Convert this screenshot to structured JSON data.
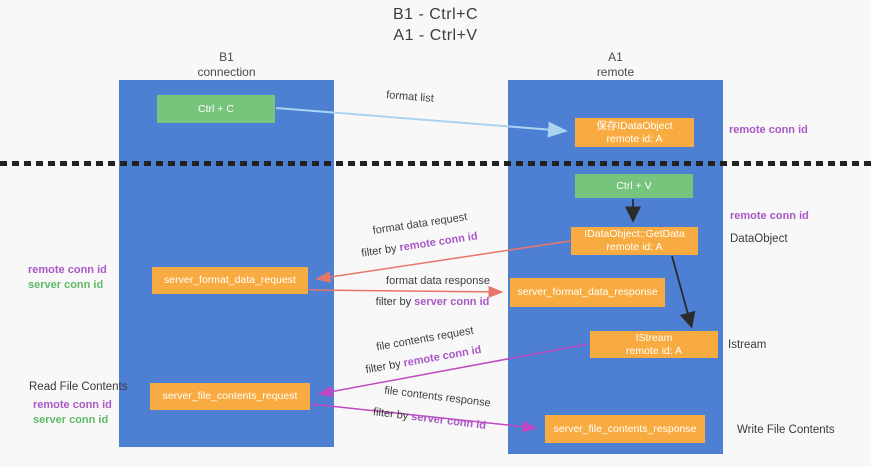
{
  "title": {
    "line1": "B1 - Ctrl+C",
    "line2": "A1 - Ctrl+V"
  },
  "lanes": {
    "left": {
      "name": "B1",
      "role": "connection"
    },
    "right": {
      "name": "A1",
      "role": "remote"
    }
  },
  "nodes": {
    "ctrl_c": {
      "label": "Ctrl + C"
    },
    "ctrl_v": {
      "label": "Ctrl + V"
    },
    "save_idataobject": {
      "line1": "保存IDataObject",
      "line2": "remote id: A"
    },
    "getdata": {
      "line1": "IDataObject::GetData",
      "line2": "remote id: A"
    },
    "istream": {
      "line1": "IStream",
      "line2": "remote id: A"
    },
    "server_format_data_request": {
      "label": "server_format_data_request"
    },
    "server_format_data_response": {
      "label": "server_format_data_response"
    },
    "server_file_contents_request": {
      "label": "server_file_contents_request"
    },
    "server_file_contents_response": {
      "label": "server_file_contents_response"
    }
  },
  "edges": {
    "format_list": {
      "label": "format list"
    },
    "format_data_request": {
      "label": "format data request",
      "filter_prefix": "filter by ",
      "filter_id": "remote conn id"
    },
    "format_data_response": {
      "label": "format data response",
      "filter_prefix": "filter by ",
      "filter_id": "server conn id"
    },
    "file_contents_request": {
      "label": "file contents request",
      "filter_prefix": "filter by ",
      "filter_id": "remote conn id"
    },
    "file_contents_response": {
      "label": "file contents response",
      "filter_prefix": "filter by ",
      "filter_id": "server conn id"
    }
  },
  "annotations": {
    "right_top_remote_conn_id": "remote conn id",
    "right_mid_remote_conn_id": "remote conn id",
    "right_dataobject": "DataObject",
    "right_istream": "Istream",
    "right_write_file_contents": "Write File Contents",
    "left_format_remote_conn_id": "remote conn id",
    "left_format_server_conn_id": "server conn id",
    "left_read_file_contents": "Read File Contents",
    "left_file_remote_conn_id": "remote conn id",
    "left_file_server_conn_id": "server conn id"
  },
  "colors": {
    "lane_blue": "#4d7fd3",
    "node_green": "#77c57d",
    "node_orange": "#f8ab40",
    "arrow_light_blue": "#aad4f2",
    "arrow_red": "#e8756b",
    "arrow_magenta": "#c247c2",
    "arrow_black": "#2b2b2b",
    "text_purple": "#a958c5",
    "text_green": "#5fba66",
    "background": "#f8f8f8"
  }
}
